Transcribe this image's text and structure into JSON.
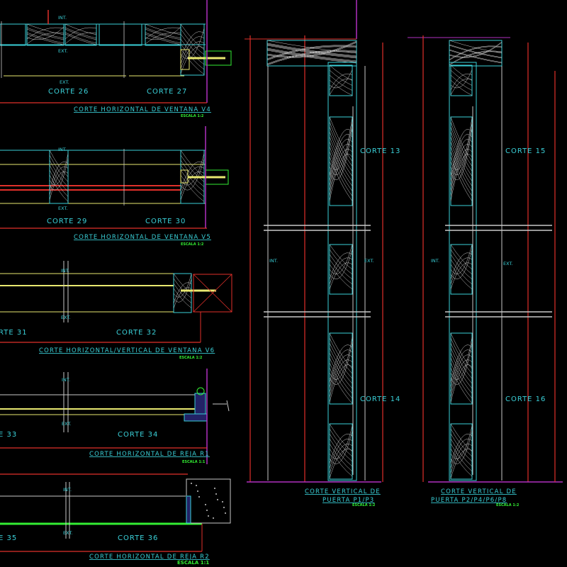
{
  "colors": {
    "background": "#000000",
    "dimension": "#e0302a",
    "frame": "#3ad0d8",
    "annotation": "#33ee33",
    "glass": "#e8e870",
    "border": "#b030c0",
    "wood": "#c8c8c8"
  },
  "sections": [
    {
      "title": "CORTE HORIZONTAL DE VENTANA V4",
      "scale": "ESCALA 1:2",
      "cuts": [
        "CORTE 26",
        "CORTE 27"
      ],
      "int": "INT.",
      "ext": "EXT."
    },
    {
      "title": "CORTE HORIZONTAL DE VENTANA V5",
      "scale": "ESCALA 1:2",
      "cuts": [
        "CORTE 29",
        "CORTE 30"
      ],
      "int": "INT.",
      "ext": "EXT."
    },
    {
      "title": "CORTE HORIZONTAL/VERTICAL DE VENTANA V6",
      "scale": "ESCALA 1:2",
      "cuts": [
        "RTE 31",
        "CORTE 32"
      ],
      "int": "INT.",
      "ext": "EXT."
    },
    {
      "title": "CORTE HORIZONTAL DE REJA R1",
      "scale": "ESCALA 1:1",
      "cuts": [
        "E 33",
        "CORTE 34"
      ],
      "int": "INT.",
      "ext": "EXT."
    },
    {
      "title": "CORTE HORIZONTAL DE REJA R2",
      "scale": "ESCALA 1:1",
      "cuts": [
        "E 35",
        "CORTE 36"
      ],
      "int": "INT.",
      "ext": "EXT."
    }
  ],
  "doors": [
    {
      "title1": "CORTE VERTICAL DE",
      "title2": "PUERTA P1/P3",
      "scale": "ESCALA 1:2",
      "cuts": [
        "CORTE 13",
        "CORTE 14"
      ],
      "int": "INT.",
      "ext": "EXT."
    },
    {
      "title1": "CORTE VERTICAL DE",
      "title2": "PUERTA P2/P4/P6/P8",
      "scale": "ESCALA 1:2",
      "cuts": [
        "CORTE 15",
        "CORTE 16"
      ],
      "int": "INT.",
      "ext": "EXT."
    }
  ]
}
